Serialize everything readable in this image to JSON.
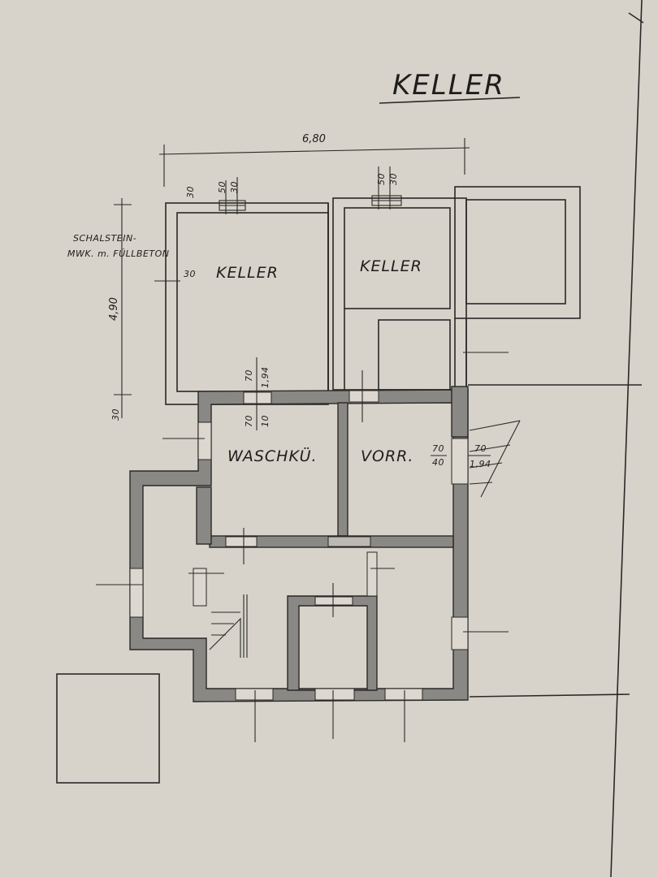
{
  "title": "KELLER",
  "rooms": {
    "keller_left": "KELLER",
    "keller_right": "KELLER",
    "waschkueche": "WASCHKÜ.",
    "vorraum": "VORR."
  },
  "notes": {
    "wall_line1": "SCHALSTEIN-",
    "wall_line2": "MWK. m. FÜLLBETON"
  },
  "dimensions": {
    "overall_width": "6,80",
    "overall_depth": "4,90",
    "wall_top": "30",
    "wall_left": "30",
    "wall_bottom_left": "30",
    "window_top_left": "50",
    "window_top_left_b": "30",
    "window_top_right": "50",
    "window_top_right_b": "30",
    "door_top_a": "70",
    "door_top_b": "1,94",
    "door_bottom_a": "70",
    "door_bottom_b": "10",
    "vorr_a": "70",
    "vorr_b": "40",
    "vorr_c": "70",
    "vorr_d": "1,94"
  }
}
